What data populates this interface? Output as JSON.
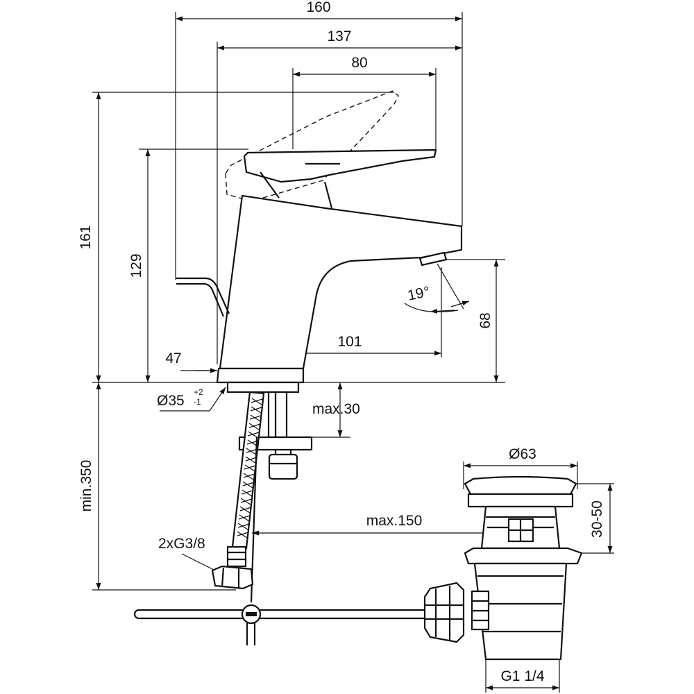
{
  "drawing": {
    "dimensions": {
      "overall_width": "160",
      "aerator_reach": "137",
      "lever_reach": "80",
      "total_height": "161",
      "lever_height": "129",
      "spout_height": "68",
      "spout_projection": "101",
      "base_offset": "47",
      "hole_diameter": "Ø35",
      "hole_tol_upper": "+2",
      "hole_tol_lower": "-1",
      "deck_thickness": "max.30",
      "hose_length": "min.350",
      "waste_reach": "max.150",
      "waste_flange": "Ø63",
      "waste_height": "30-50",
      "waste_thread": "G1 1/4",
      "hose_connection": "2xG3/8",
      "aerator_angle": "19",
      "angle_unit": "°"
    }
  }
}
